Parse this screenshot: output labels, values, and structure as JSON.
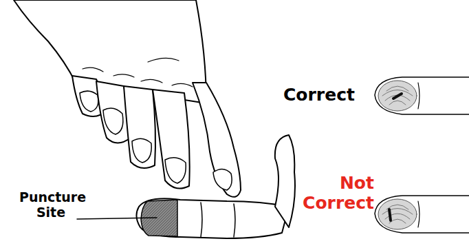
{
  "diagram": {
    "labels": [
      "Puncture Site",
      "Correct",
      "Not Correct"
    ]
  }
}
